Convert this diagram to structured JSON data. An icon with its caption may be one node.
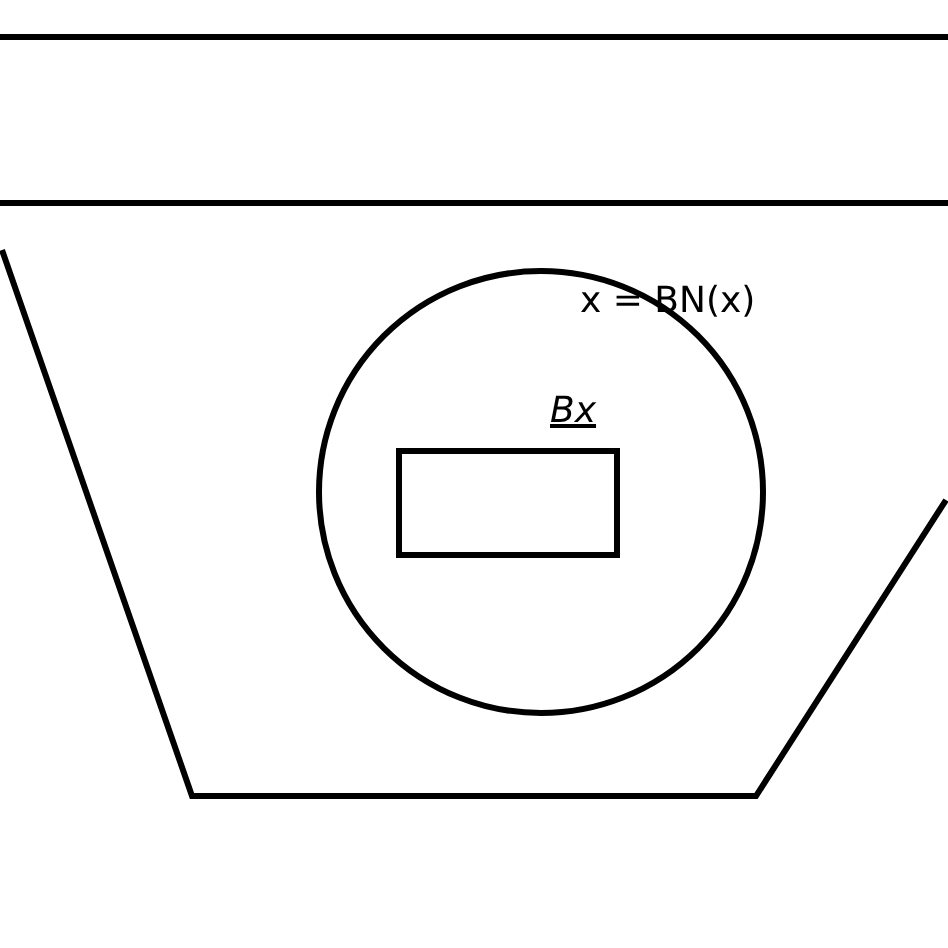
{
  "diagram": {
    "nodes": [
      {
        "text": [],
        "shape": "box"
      },
      {
        "text": [],
        "shape": "trapezoid"
      },
      {
        "text": [
          "x = BN(x)"
        ],
        "in": 1
      },
      {
        "text": [
          "Bx"
        ],
        "in": 2
      }
    ]
  }
}
